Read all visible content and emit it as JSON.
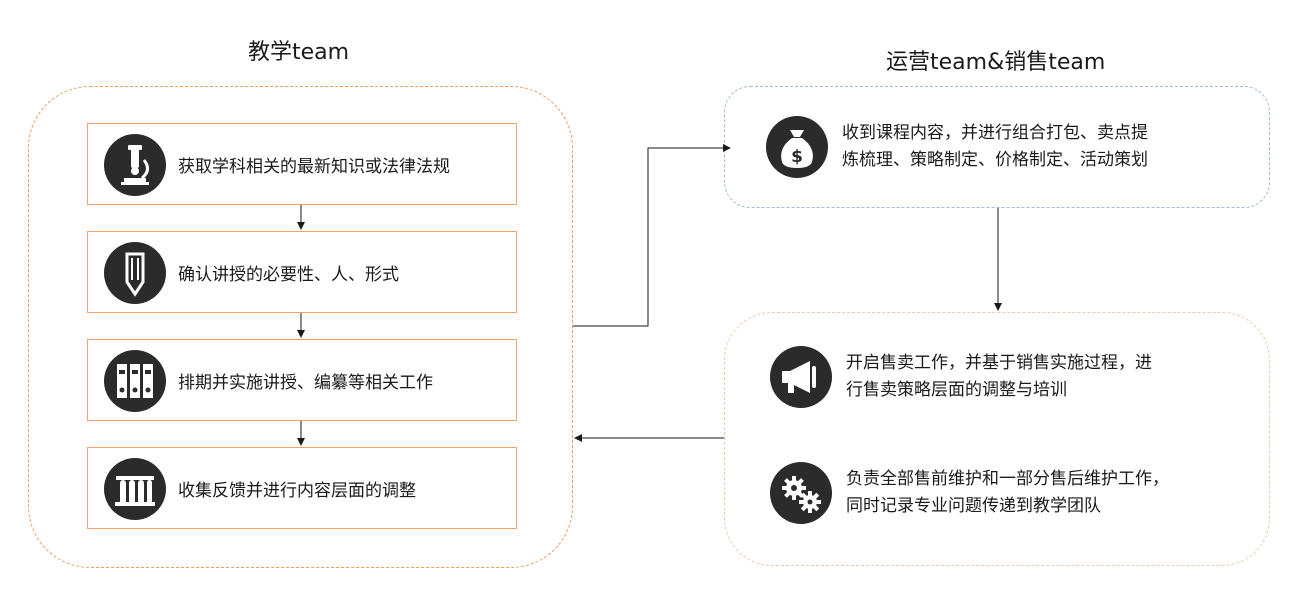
{
  "titles": {
    "left": "教学team",
    "right": "运营team&销售team"
  },
  "left_steps": [
    {
      "icon": "microscope-icon",
      "text": "获取学科相关的最新知识或法律法规"
    },
    {
      "icon": "pen-icon",
      "text": "确认讲授的必要性、人、形式"
    },
    {
      "icon": "binders-icon",
      "text": "排期并实施讲授、编纂等相关工作"
    },
    {
      "icon": "test-tubes-icon",
      "text": "收集反馈并进行内容层面的调整"
    }
  ],
  "right_top": {
    "icon": "money-bag-icon",
    "lines": [
      "收到课程内容，并进行组合打包、卖点提",
      "炼梳理、策略制定、价格制定、活动策划"
    ]
  },
  "right_bottom": [
    {
      "icon": "megaphone-icon",
      "lines": [
        "开启售卖工作，并基于销售实施过程，进",
        "行售卖策略层面的调整与培训"
      ]
    },
    {
      "icon": "gears-icon",
      "lines": [
        "负责全部售前维护和一部分售后维护工作，",
        "同时记录专业问题传递到教学团队"
      ]
    }
  ],
  "colors": {
    "orange_border": "#f2a26a",
    "blue_dashed": "#9dbbd8",
    "icon_bg": "#2b2b2b",
    "arrow": "#1a1a1a"
  }
}
